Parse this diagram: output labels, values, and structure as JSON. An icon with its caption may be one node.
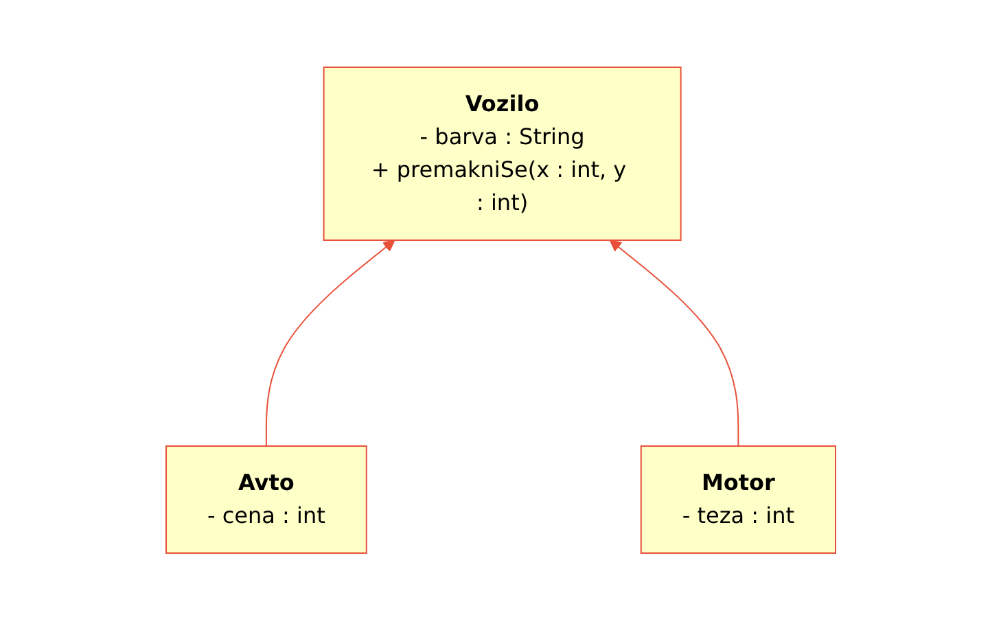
{
  "diagram": {
    "nodes": [
      {
        "text": [
          "Vozilo",
          "- barva : String",
          "+ premakniSe(x : int, y : int)"
        ]
      },
      {
        "text": [
          "Avto",
          "- cena : int"
        ]
      },
      {
        "text": [
          "Motor",
          "- teza : int"
        ]
      }
    ],
    "edges": [
      {
        "from": 1,
        "to": 0,
        "arrow": "to"
      },
      {
        "from": 2,
        "to": 0,
        "arrow": "to"
      }
    ]
  }
}
